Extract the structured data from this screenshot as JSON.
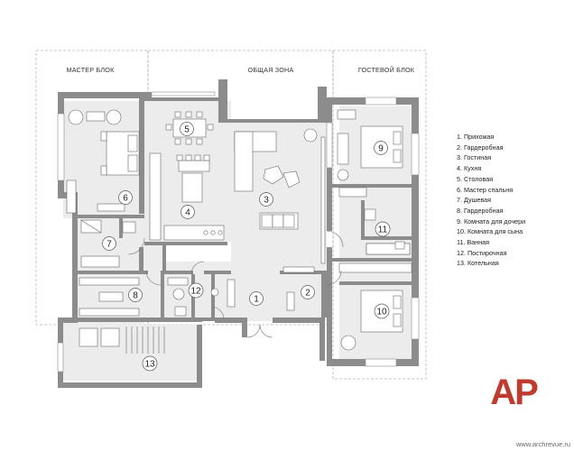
{
  "zones": {
    "master": "МАСТЕР БЛОК",
    "common": "ОБЩАЯ ЗОНА",
    "guest": "ГОСТЕВОЙ БЛОК"
  },
  "rooms": [
    {
      "num": "1",
      "name": "Прихожая"
    },
    {
      "num": "2",
      "name": "Гардеробная"
    },
    {
      "num": "3",
      "name": "Гостиная"
    },
    {
      "num": "4",
      "name": "Кухня"
    },
    {
      "num": "5",
      "name": "Столовая"
    },
    {
      "num": "6",
      "name": "Мастер спальня"
    },
    {
      "num": "7",
      "name": "Душевая"
    },
    {
      "num": "8",
      "name": "Гардеробная"
    },
    {
      "num": "9",
      "name": "Комната для дочери"
    },
    {
      "num": "10",
      "name": "Комната для сына"
    },
    {
      "num": "11",
      "name": "Ванная"
    },
    {
      "num": "12",
      "name": "Постирочная"
    },
    {
      "num": "13",
      "name": "Котельная"
    }
  ],
  "legend": [
    "1. Прихожая",
    "2. Гардеробная",
    "3. Гостиная",
    "4. Кухня",
    "5. Столовая",
    "6. Мастер спальня",
    "7. Душевая",
    "8. Гардеробная",
    "9. Комната для дочери",
    "10. Комната для сына",
    "11. Ванная",
    "12. Постирочная",
    "13. Котельная"
  ],
  "logo": {
    "text": "AP"
  },
  "watermark": "www.archrevue.ru",
  "colors": {
    "wall": "#8c8c8c",
    "floor": "#ececec",
    "zone_line": "#b5b5b5",
    "logo": "#bf3b2f"
  }
}
